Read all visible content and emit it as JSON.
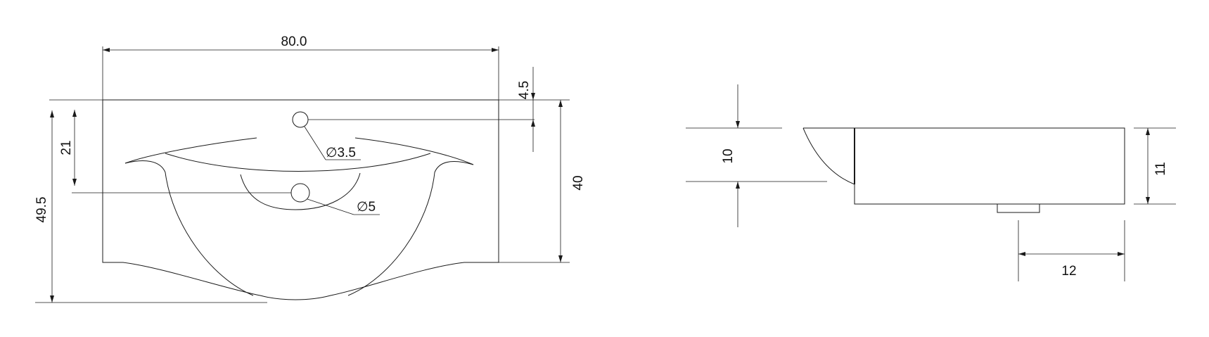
{
  "front_view": {
    "width_dim": "80.0",
    "tap_offset_dim": "4.5",
    "drain_offset_dim": "21",
    "depth_total_dim": "49.5",
    "depth_body_dim": "40",
    "tap_hole_label": "∅3.5",
    "drain_hole_label": "∅5"
  },
  "side_view": {
    "bowl_depth_dim": "10",
    "rim_height_dim": "11",
    "overflow_dim": "12"
  }
}
